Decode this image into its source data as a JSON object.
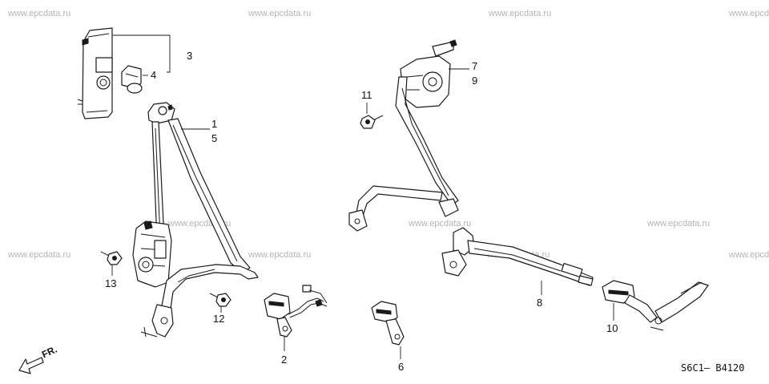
{
  "watermark": "www.epcdata.ru",
  "callouts": {
    "p1": "1",
    "p5": "5",
    "p3": "3",
    "p4": "4",
    "p2": "2",
    "p12": "12",
    "p13": "13",
    "p6": "6",
    "p7": "7",
    "p9": "9",
    "p11": "11",
    "p8": "8",
    "p10": "10"
  },
  "front_marker": "FR.",
  "diagram_code": "S6C1— B4120"
}
